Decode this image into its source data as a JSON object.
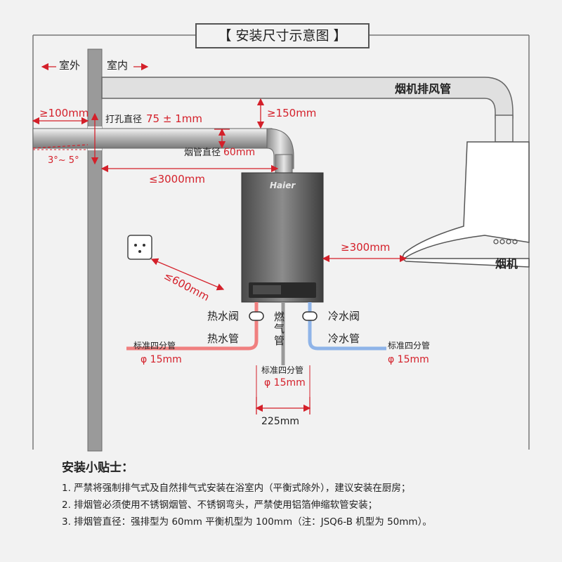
{
  "title": "【 安装尺寸示意图 】",
  "labels": {
    "outdoor": "室外",
    "indoor": "室内",
    "hood_duct": "烟机排风管",
    "dist_100": "≥100mm",
    "hole_prefix": "打孔直径",
    "hole_value": "75 ± 1mm",
    "dist_150": "≥150mm",
    "pipe_prefix": "烟管直径",
    "pipe_value": "60mm",
    "angle": "3°~ 5°",
    "dist_3000": "≤3000mm",
    "brand": "Haier",
    "dist_600": "≤600mm",
    "dist_300": "≥300mm",
    "hood": "烟机",
    "hot_valve": "热水阀",
    "hot_pipe": "热水管",
    "gas_pipe": "燃气管",
    "cold_valve": "冷水阀",
    "cold_pipe": "冷水管",
    "std_left": "标准四分管",
    "phi_left": "φ 15mm",
    "std_mid": "标准四分管",
    "phi_mid": "φ 15mm",
    "std_right": "标准四分管",
    "phi_right": "φ 15mm",
    "dist_225": "225mm"
  },
  "tips": {
    "title": "安装小贴士：",
    "items": [
      "1. 严禁将强制排气式及自然排气式安装在浴室内（平衡式除外），建议安装在厨房；",
      "2. 排烟管必须使用不锈钢烟管、不锈钢弯头，严禁使用铝箔伸缩软管安装；",
      "3. 排烟管直径：强排型为 60mm 平衡机型为 100mm（注：JSQ6-B 机型为 50mm）。"
    ]
  },
  "colors": {
    "accent": "#d4202a",
    "hot_pipe": "#f08080",
    "cold_pipe": "#8fb4e8",
    "outline": "#555555",
    "wall": "#8a8a8a"
  }
}
